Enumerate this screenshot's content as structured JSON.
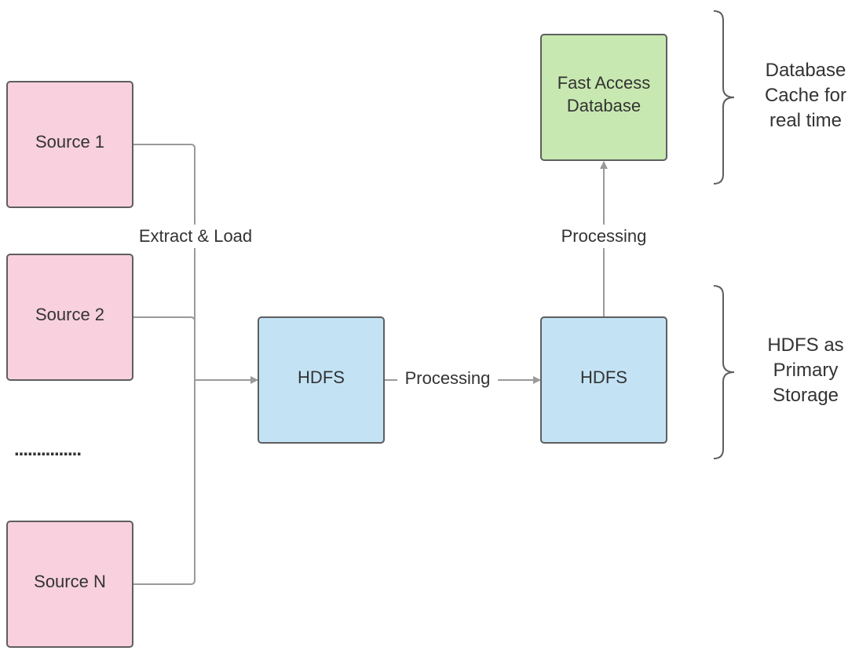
{
  "colors": {
    "source_fill": "#f8d0de",
    "hdfs_fill": "#c3e3f5",
    "db_fill": "#c7e8b0",
    "border": "#5e5e5e",
    "connector": "#9a9a9a",
    "text": "#333333"
  },
  "sources": [
    {
      "label": "Source 1"
    },
    {
      "label": "Source 2"
    },
    {
      "label": "Source N"
    }
  ],
  "ellipsis": "...............",
  "hdfs_raw": {
    "label": "HDFS"
  },
  "hdfs_processed": {
    "label": "HDFS"
  },
  "fast_db": {
    "lines": [
      "Fast Access",
      "Database"
    ]
  },
  "edges": {
    "extract_load": "Extract & Load",
    "processing_hdfs": "Processing",
    "processing_db": "Processing"
  },
  "annotations": {
    "cache": [
      "Database",
      "Cache for",
      "real time"
    ],
    "storage": [
      "HDFS as",
      "Primary",
      "Storage"
    ]
  }
}
